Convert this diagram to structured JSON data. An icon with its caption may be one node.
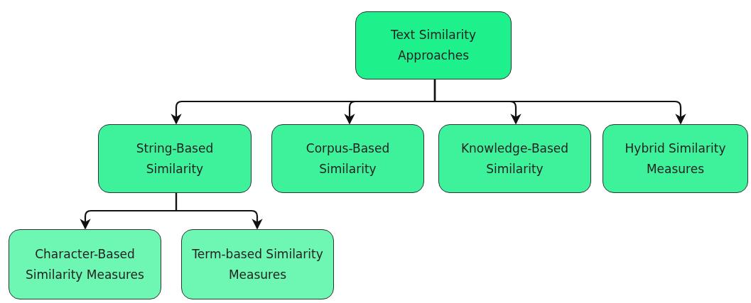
{
  "diagram": {
    "nodes": [
      {
        "text": [
          "Text Similarity Approaches"
        ]
      },
      {
        "text": [
          "String-Based Similarity"
        ]
      },
      {
        "text": [
          "Corpus-Based Similarity"
        ]
      },
      {
        "text": [
          "Knowledge-Based Similarity"
        ]
      },
      {
        "text": [
          "Hybrid Similarity Measures"
        ]
      },
      {
        "text": [
          "Character-Based Similarity Measures"
        ]
      },
      {
        "text": [
          "Term-based Similarity Measures"
        ]
      }
    ],
    "edges": [
      {
        "from": 0,
        "to": 1,
        "arrow": "to"
      },
      {
        "from": 0,
        "to": 2,
        "arrow": "to"
      },
      {
        "from": 0,
        "to": 3,
        "arrow": "to"
      },
      {
        "from": 0,
        "to": 4,
        "arrow": "to"
      },
      {
        "from": 1,
        "to": 5,
        "arrow": "to"
      },
      {
        "from": 1,
        "to": 6,
        "arrow": "to"
      }
    ]
  }
}
